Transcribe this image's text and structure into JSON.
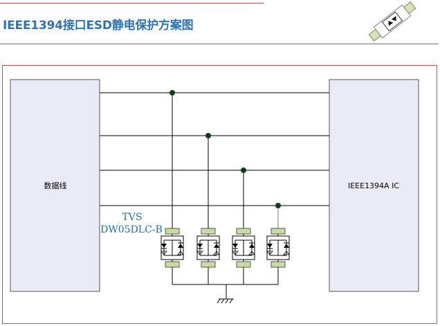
{
  "header": {
    "title": "IEEE1394接口ESD静电保护方案图"
  },
  "diagram": {
    "left_block_label": "数据线",
    "right_block_label": "IEEE1394A IC",
    "tvs_label_line1": "TVS",
    "tvs_label_line2": "DW05DLC-B",
    "line_count": 4,
    "tvs_device_count": 4
  },
  "colors": {
    "accent_rule": "#c0504d",
    "title_blue": "#2e74b5",
    "block_fill": "#e8ebf5",
    "tvs_label_blue": "#1f6fb2",
    "node_green": "#0f3d16",
    "pad_fill": "#c7dda1"
  }
}
